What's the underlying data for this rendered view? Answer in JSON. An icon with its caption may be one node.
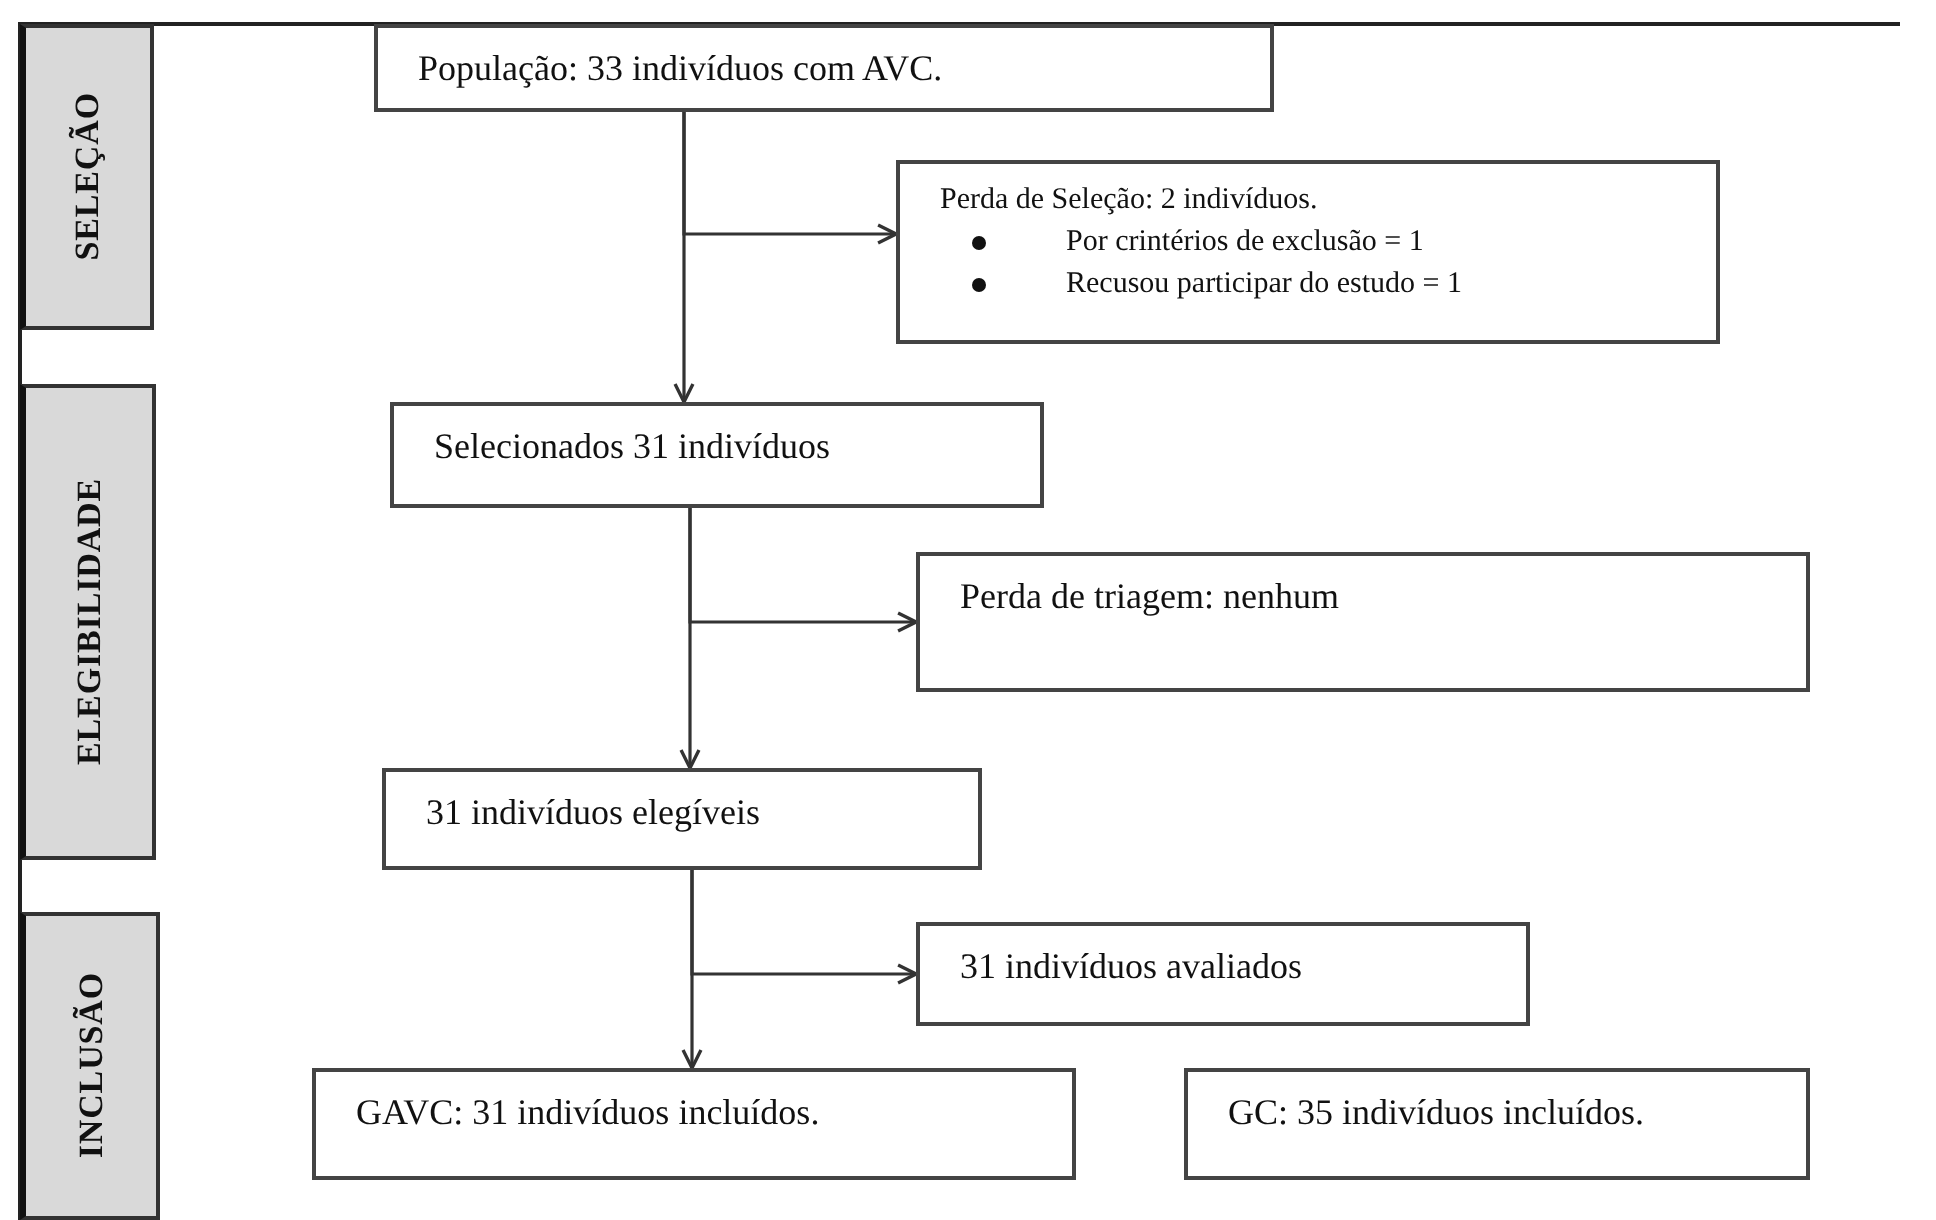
{
  "diagram": {
    "nodes": [
      {
        "text": [
          "SELEÇÃO"
        ]
      },
      {
        "text": [
          "ELEGIBILIDADE"
        ]
      },
      {
        "text": [
          "INCLUSÃO"
        ]
      },
      {
        "text": [
          "População: 33 indivíduos com AVC."
        ]
      },
      {
        "text": [
          "Perda de Seleção: 2 indivíduos.",
          "Por crintérios de exclusão = 1",
          "Recusou participar do estudo = 1"
        ]
      },
      {
        "text": [
          "Selecionados 31 indivíduos"
        ]
      },
      {
        "text": [
          "Perda de triagem: nenhum"
        ]
      },
      {
        "text": [
          "31 indivíduos elegíveis"
        ]
      },
      {
        "text": [
          "31 indivíduos avaliados"
        ]
      },
      {
        "text": [
          "GAVC: 31 indivíduos incluídos."
        ]
      },
      {
        "text": [
          "GC: 35 indivíduos incluídos."
        ]
      }
    ],
    "edges": [
      {
        "from": 3,
        "to": 5,
        "arrow": "to"
      },
      {
        "from": 3,
        "to": 4,
        "arrow": "to"
      },
      {
        "from": 5,
        "to": 7,
        "arrow": "to"
      },
      {
        "from": 5,
        "to": 6,
        "arrow": "to"
      },
      {
        "from": 7,
        "to": 9,
        "arrow": "to"
      },
      {
        "from": 7,
        "to": 8,
        "arrow": "to"
      }
    ]
  }
}
